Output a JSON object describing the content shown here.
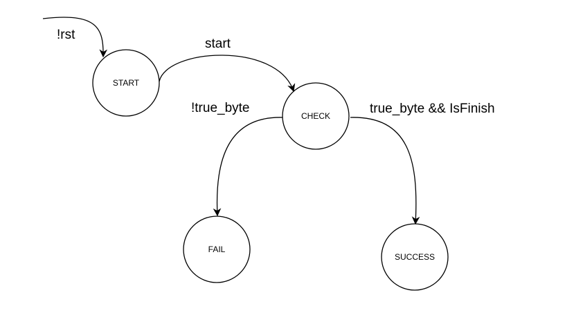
{
  "diagram": {
    "type": "state-machine",
    "states": {
      "start": "START",
      "check": "CHECK",
      "fail": "FAIL",
      "success": "SUCCESS"
    },
    "transitions": {
      "reset": {
        "label": "!rst",
        "to": "START"
      },
      "start_to_check": {
        "label": "start",
        "from": "START",
        "to": "CHECK"
      },
      "check_to_fail": {
        "label": "!true_byte",
        "from": "CHECK",
        "to": "FAIL"
      },
      "check_to_success": {
        "label": "true_byte && IsFinish",
        "from": "CHECK",
        "to": "SUCCESS"
      }
    }
  }
}
